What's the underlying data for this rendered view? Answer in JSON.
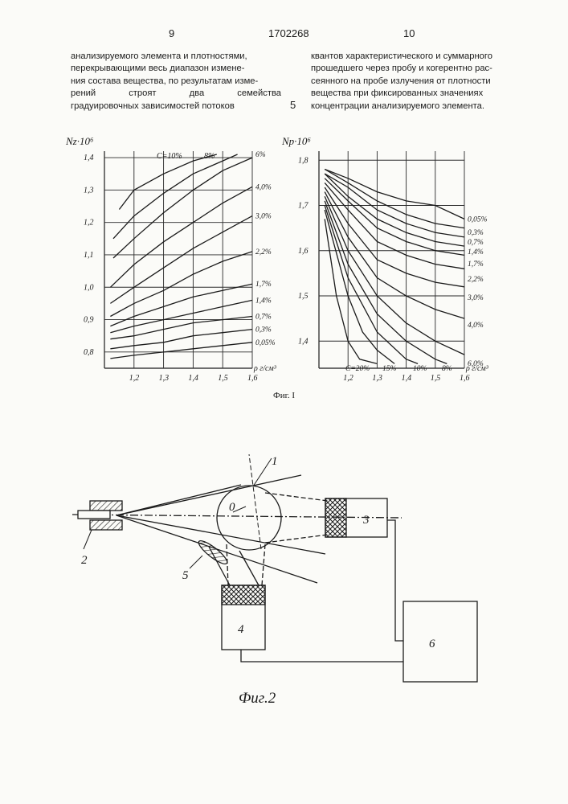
{
  "header": {
    "page_left": "9",
    "patent_number": "1702268",
    "page_right": "10"
  },
  "left_column": [
    "анализируемого элемента и плотностями,",
    "перекрывающими весь диапазон измене-",
    "ния состава вещества, по результатам изме-",
    "рений строят два семейства",
    "градуировочных зависимостей потоков"
  ],
  "line_number": "5",
  "right_column": [
    "квантов характеристического и суммарного",
    "прошедшего через пробу и когерентно рас-",
    "сеянного на пробе излучения от плотности",
    "вещества при фиксированных значениях",
    "концентрации анализируемого элемента."
  ],
  "fig1_caption": "Фиг. I",
  "fig2_caption": "Фиг.2",
  "chart_data": [
    {
      "type": "line",
      "ylabel": "Nz·10⁶",
      "xlabel": "ρ г/см³",
      "xlim": [
        1.1,
        1.6
      ],
      "ylim": [
        0.75,
        1.42
      ],
      "x_ticks": [
        "1,2",
        "1,3",
        "1,4",
        "1,5",
        "1,6"
      ],
      "y_ticks": [
        "0,8",
        "0,9",
        "1,0",
        "1,1",
        "1,2",
        "1,3",
        "1,4"
      ],
      "grid": true,
      "annotations": [
        "C=10%",
        "8%"
      ],
      "series": [
        {
          "name": "10%",
          "x": [
            1.15,
            1.2,
            1.3,
            1.4,
            1.48
          ],
          "y": [
            1.24,
            1.3,
            1.35,
            1.39,
            1.41
          ]
        },
        {
          "name": "8%",
          "x": [
            1.13,
            1.2,
            1.3,
            1.4,
            1.5,
            1.55
          ],
          "y": [
            1.15,
            1.22,
            1.29,
            1.35,
            1.39,
            1.41
          ]
        },
        {
          "name": "6%",
          "x": [
            1.13,
            1.2,
            1.3,
            1.4,
            1.5,
            1.6
          ],
          "y": [
            1.09,
            1.15,
            1.23,
            1.3,
            1.36,
            1.4
          ]
        },
        {
          "name": "4,0%",
          "x": [
            1.12,
            1.2,
            1.3,
            1.4,
            1.5,
            1.6
          ],
          "y": [
            1.0,
            1.07,
            1.14,
            1.2,
            1.26,
            1.31
          ]
        },
        {
          "name": "3,0%",
          "x": [
            1.12,
            1.2,
            1.3,
            1.4,
            1.5,
            1.6
          ],
          "y": [
            0.95,
            1.0,
            1.06,
            1.12,
            1.17,
            1.22
          ]
        },
        {
          "name": "2,2%",
          "x": [
            1.12,
            1.2,
            1.3,
            1.4,
            1.5,
            1.6
          ],
          "y": [
            0.91,
            0.95,
            0.99,
            1.04,
            1.08,
            1.11
          ]
        },
        {
          "name": "1,7%",
          "x": [
            1.12,
            1.2,
            1.3,
            1.4,
            1.5,
            1.6
          ],
          "y": [
            0.88,
            0.91,
            0.94,
            0.97,
            0.99,
            1.01
          ]
        },
        {
          "name": "1,4%",
          "x": [
            1.12,
            1.2,
            1.3,
            1.4,
            1.5,
            1.6
          ],
          "y": [
            0.86,
            0.88,
            0.9,
            0.92,
            0.94,
            0.96
          ]
        },
        {
          "name": "0,7%",
          "x": [
            1.12,
            1.2,
            1.3,
            1.4,
            1.5,
            1.6
          ],
          "y": [
            0.84,
            0.85,
            0.87,
            0.89,
            0.9,
            0.91
          ]
        },
        {
          "name": "0,3%",
          "x": [
            1.12,
            1.2,
            1.3,
            1.4,
            1.5,
            1.6
          ],
          "y": [
            0.81,
            0.82,
            0.83,
            0.85,
            0.86,
            0.87
          ]
        },
        {
          "name": "0,05%",
          "x": [
            1.12,
            1.2,
            1.3,
            1.4,
            1.5,
            1.6
          ],
          "y": [
            0.78,
            0.79,
            0.8,
            0.81,
            0.82,
            0.83
          ]
        }
      ]
    },
    {
      "type": "line",
      "ylabel": "Np·10⁶",
      "xlabel": "ρ г/см³",
      "xlim": [
        1.1,
        1.6
      ],
      "ylim": [
        1.34,
        1.82
      ],
      "x_ticks": [
        "1,2",
        "1,3",
        "1,4",
        "1,5",
        "1,6"
      ],
      "y_ticks": [
        "1,4",
        "1,5",
        "1,6",
        "1,7",
        "1,8"
      ],
      "grid": true,
      "annotations": [
        "C=20%",
        "15%",
        "10%",
        "8%"
      ],
      "series": [
        {
          "name": "0,05%",
          "x": [
            1.12,
            1.2,
            1.3,
            1.4,
            1.5,
            1.6
          ],
          "y": [
            1.78,
            1.76,
            1.73,
            1.71,
            1.7,
            1.67
          ]
        },
        {
          "name": "0,3%",
          "x": [
            1.12,
            1.2,
            1.3,
            1.4,
            1.5,
            1.6
          ],
          "y": [
            1.78,
            1.75,
            1.71,
            1.68,
            1.66,
            1.65
          ]
        },
        {
          "name": "0,7%",
          "x": [
            1.12,
            1.2,
            1.3,
            1.4,
            1.5,
            1.6
          ],
          "y": [
            1.77,
            1.74,
            1.69,
            1.66,
            1.64,
            1.63
          ]
        },
        {
          "name": "1,4%",
          "x": [
            1.12,
            1.2,
            1.3,
            1.4,
            1.5,
            1.6
          ],
          "y": [
            1.77,
            1.72,
            1.67,
            1.64,
            1.62,
            1.61
          ]
        },
        {
          "name": "1,7%",
          "x": [
            1.12,
            1.2,
            1.3,
            1.4,
            1.5,
            1.6
          ],
          "y": [
            1.76,
            1.71,
            1.65,
            1.62,
            1.6,
            1.59
          ]
        },
        {
          "name": "2,2%",
          "x": [
            1.12,
            1.2,
            1.3,
            1.4,
            1.5,
            1.6
          ],
          "y": [
            1.75,
            1.69,
            1.62,
            1.59,
            1.57,
            1.56
          ]
        },
        {
          "name": "3,0%",
          "x": [
            1.12,
            1.2,
            1.3,
            1.4,
            1.5,
            1.6
          ],
          "y": [
            1.74,
            1.66,
            1.58,
            1.55,
            1.53,
            1.52
          ]
        },
        {
          "name": "4,0%",
          "x": [
            1.12,
            1.2,
            1.3,
            1.4,
            1.5,
            1.6
          ],
          "y": [
            1.73,
            1.63,
            1.54,
            1.5,
            1.47,
            1.45
          ]
        },
        {
          "name": "6,0%",
          "x": [
            1.12,
            1.2,
            1.3,
            1.4,
            1.5,
            1.6
          ],
          "y": [
            1.72,
            1.6,
            1.5,
            1.44,
            1.4,
            1.37
          ]
        },
        {
          "name": "8%",
          "x": [
            1.12,
            1.2,
            1.3,
            1.4,
            1.5,
            1.54
          ],
          "y": [
            1.71,
            1.57,
            1.46,
            1.4,
            1.36,
            1.35
          ]
        },
        {
          "name": "10%",
          "x": [
            1.12,
            1.2,
            1.3,
            1.4,
            1.44
          ],
          "y": [
            1.7,
            1.54,
            1.42,
            1.36,
            1.35
          ]
        },
        {
          "name": "15%",
          "x": [
            1.12,
            1.2,
            1.25,
            1.3,
            1.36
          ],
          "y": [
            1.69,
            1.5,
            1.42,
            1.38,
            1.35
          ]
        },
        {
          "name": "20%",
          "x": [
            1.12,
            1.16,
            1.2,
            1.24,
            1.3
          ],
          "y": [
            1.67,
            1.5,
            1.4,
            1.36,
            1.35
          ]
        }
      ]
    }
  ],
  "diagram": {
    "labels": [
      "1",
      "2",
      "3",
      "4",
      "5",
      "6",
      "0"
    ]
  }
}
